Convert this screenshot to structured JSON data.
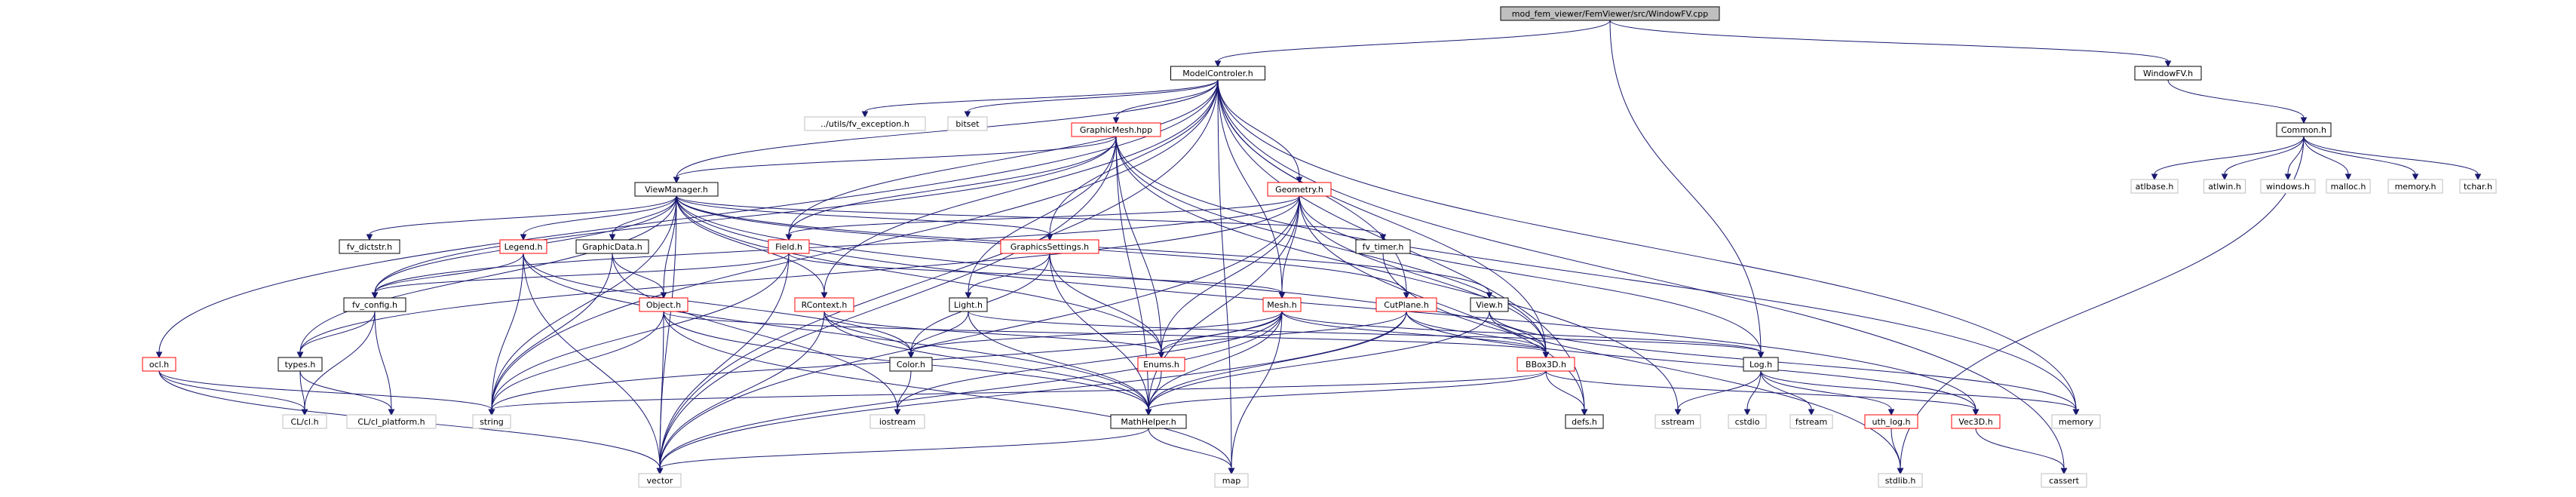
{
  "nodes": {
    "root": "mod_fem_viewer/FemViewer/src/WindowFV.cpp",
    "ModelControler": "ModelControler.h",
    "WindowFV": "WindowFV.h",
    "fv_exception": "../utils/fv_exception.h",
    "bitset": "bitset",
    "GraphicMesh": "GraphicMesh.hpp",
    "Common": "Common.h",
    "afxbase": "atlbase.h",
    "atlwin": "atlwin.h",
    "windows": "windows.h",
    "malloc": "malloc.h",
    "memory_h": "memory.h",
    "tchar": "tchar.h",
    "ViewManager": "ViewManager.h",
    "Geometry": "Geometry.h",
    "fv_dictstr": "fv_dictstr.h",
    "GraphicData": "GraphicData.h",
    "Legend": "Legend.h",
    "Field": "Field.h",
    "GraphicsSettings": "GraphicsSettings.h",
    "fv_timer": "fv_timer.h",
    "fv_config": "fv_config.h",
    "Object": "Object.h",
    "RContext": "RContext.h",
    "Light": "Light.h",
    "Mesh": "Mesh.h",
    "CutPlane": "CutPlane.h",
    "View": "View.h",
    "ocl": "ocl.h",
    "types": "types.h",
    "Color": "Color.h",
    "Enums": "Enums.h",
    "BBox3D": "BBox3D.h",
    "Log": "Log.h",
    "CLcl": "CL/cl.h",
    "CLplatform": "CL/cl_platform.h",
    "string": "string",
    "iostream": "iostream",
    "MathHelper": "MathHelper.h",
    "defs": "defs.h",
    "sstream": "sstream",
    "cstdio": "cstdio",
    "fstream": "fstream",
    "uth_log": "uth_log.h",
    "Vec3D": "Vec3D.h",
    "memory": "memory",
    "vector": "vector",
    "map": "map",
    "stdlib": "stdlib.h",
    "cassert": "cassert"
  },
  "colors": {
    "edge": "#191970",
    "documented_border": "#000000",
    "undocumented_border": "#ff0000",
    "system_border": "#bfbfbf",
    "root_fill": "#bfbfbf",
    "node_fill": "#ffffff"
  }
}
